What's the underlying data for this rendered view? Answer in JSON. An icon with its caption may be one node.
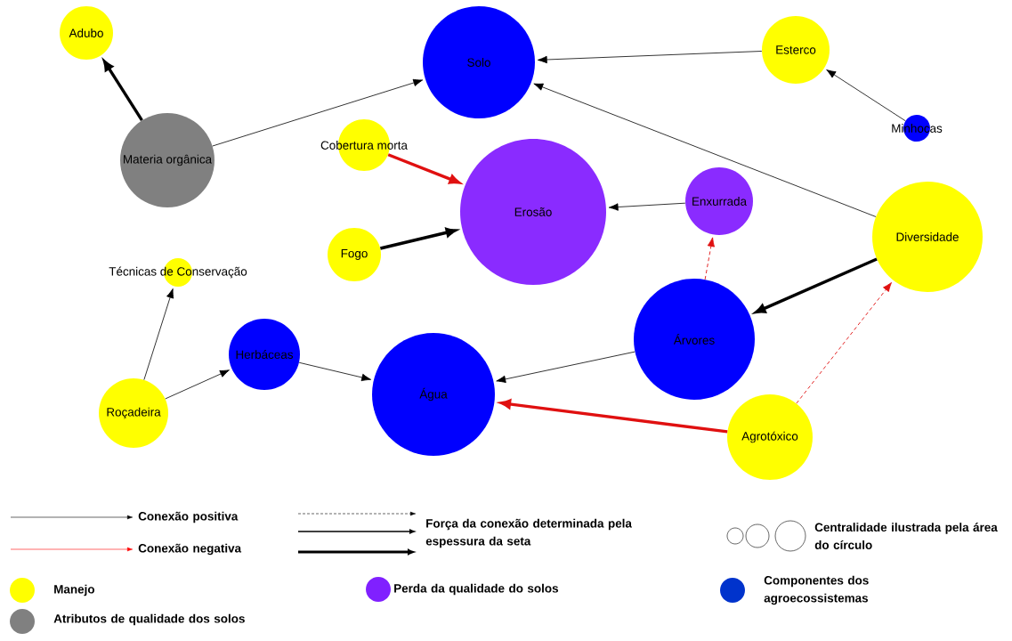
{
  "diagram": {
    "nodes": [
      {
        "text": [
          "Adubo"
        ]
      },
      {
        "text": [
          "Solo"
        ]
      },
      {
        "text": [
          "Esterco"
        ]
      },
      {
        "text": [
          "Materia orgânica"
        ]
      },
      {
        "text": [
          "Minhocas"
        ]
      },
      {
        "text": [
          "Cobertura morta"
        ]
      },
      {
        "text": [
          "Erosão"
        ]
      },
      {
        "text": [
          "Enxurrada"
        ]
      },
      {
        "text": [
          "Diversidade"
        ]
      },
      {
        "text": [
          "Fogo"
        ]
      },
      {
        "text": [
          "Técnicas de Conservação"
        ]
      },
      {
        "text": [
          "Árvores"
        ]
      },
      {
        "text": [
          "Herbáceas"
        ]
      },
      {
        "text": [
          "Água"
        ]
      },
      {
        "text": [
          "Roçadeira"
        ]
      },
      {
        "text": [
          "Agrotóxico"
        ]
      }
    ],
    "edges": [
      {
        "from": 3,
        "to": 0,
        "arrow": "to",
        "style": "thick"
      },
      {
        "from": 3,
        "to": 1,
        "arrow": "to"
      },
      {
        "from": 2,
        "to": 1,
        "arrow": "to"
      },
      {
        "from": 4,
        "to": 2,
        "arrow": "to"
      },
      {
        "from": 8,
        "to": 1,
        "arrow": "to"
      },
      {
        "from": 5,
        "to": 6,
        "arrow": "to",
        "style": "thick",
        "color": "#e01010"
      },
      {
        "from": 7,
        "to": 6,
        "arrow": "to"
      },
      {
        "from": 9,
        "to": 6,
        "arrow": "to",
        "style": "thick"
      },
      {
        "from": 8,
        "to": 11,
        "arrow": "to",
        "style": "thick"
      },
      {
        "from": 11,
        "to": 7,
        "arrow": "to",
        "style": "dashed",
        "color": "#e01010"
      },
      {
        "from": 15,
        "to": 8,
        "arrow": "to",
        "style": "dashed",
        "color": "#e01010"
      },
      {
        "from": 11,
        "to": 13,
        "arrow": "to"
      },
      {
        "from": 15,
        "to": 13,
        "arrow": "to",
        "style": "thick",
        "color": "#e01010"
      },
      {
        "from": 12,
        "to": 13,
        "arrow": "to"
      },
      {
        "from": 14,
        "to": 12,
        "arrow": "to"
      },
      {
        "from": 14,
        "to": 10,
        "arrow": "to"
      }
    ],
    "legend": [
      {
        "text": "Conexão positiva"
      },
      {
        "text": "Conexão negativa"
      },
      {
        "text": "Força da conexão determinada pela espessura da seta"
      },
      {
        "text": "Centralidade ilustrada pela área do círculo"
      },
      {
        "text": "Manejo",
        "color": "#ffff00"
      },
      {
        "text": "Atributos de qualidade dos solos",
        "color": "#808080"
      },
      {
        "text": "Perda da qualidade do solos",
        "color": "#8020ff"
      },
      {
        "text": "Componentes dos agroecossistemas",
        "color": "#0033cc"
      }
    ]
  }
}
